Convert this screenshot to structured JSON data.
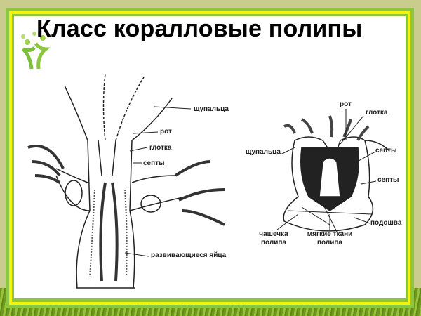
{
  "slide": {
    "title": "Класс коралловые полипы",
    "colors": {
      "frame_green": "#8cc63e",
      "frame_yellow": "#f4f40a",
      "background": "#c9cc8c"
    }
  },
  "left_diagram": {
    "labels": {
      "tentacles": "щупальца",
      "mouth": "рот",
      "pharynx": "глотка",
      "septa": "септы",
      "eggs": "развивающиеся яйца"
    }
  },
  "right_diagram": {
    "labels": {
      "mouth": "рот",
      "pharynx": "глотка",
      "tentacles": "щупальца",
      "septa_1": "септы",
      "septa_2": "септы",
      "sole": "подошва",
      "cup_line1": "чашечка",
      "cup_line2": "полипа",
      "soft_line1": "мягкие ткани",
      "soft_line2": "полипа"
    }
  }
}
